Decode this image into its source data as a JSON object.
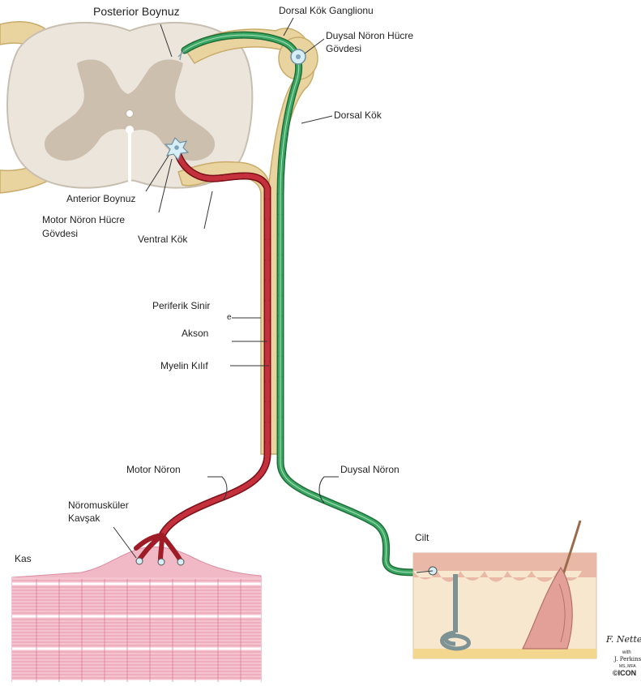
{
  "labels": {
    "posterior_horn": "Posterior Boynuz",
    "dorsal_root_ganglion": "Dorsal Kök Ganglionu",
    "sensory_cell_body_1": "Duysal Nöron Hücre",
    "sensory_cell_body_2": "Gövdesi",
    "dorsal_root": "Dorsal Kök",
    "anterior_horn": "Anterior Boynuz",
    "motor_cell_body_1": "Motor Nöron Hücre",
    "motor_cell_body_2": "Gövdesi",
    "ventral_root": "Ventral Kök",
    "peripheral_nerve": "Periferik Sinir",
    "axon": "Akson",
    "myelin_sheath": "Myelin Kılıf",
    "motor_neuron": "Motor Nöron",
    "sensory_neuron": "Duysal Nöron",
    "nmj_1": "Nöromusküler",
    "nmj_2": "Kavşak",
    "muscle": "Kas",
    "skin": "Cilt",
    "stray_e": "e"
  },
  "credit": {
    "signature": "F. Netter",
    "with": "with",
    "name": "J. Perkins",
    "degree": "MS, MFA",
    "logo": "©ICON"
  },
  "colors": {
    "cord_fill": "#ebe5dc",
    "cord_outline": "#c8bfb1",
    "gray_matter": "#cdbfae",
    "root_fill": "#e9d39f",
    "root_outline": "#c9ac6b",
    "motor_axon": "#b8202c",
    "sensory_axon": "#2e8c4e",
    "muscle_fill": "#f1b9c6",
    "muscle_stripe": "#e48da2",
    "skin_epidermis": "#e9b8a6",
    "skin_dermis": "#f7e7cf",
    "cell_body": "#d6eef6"
  }
}
